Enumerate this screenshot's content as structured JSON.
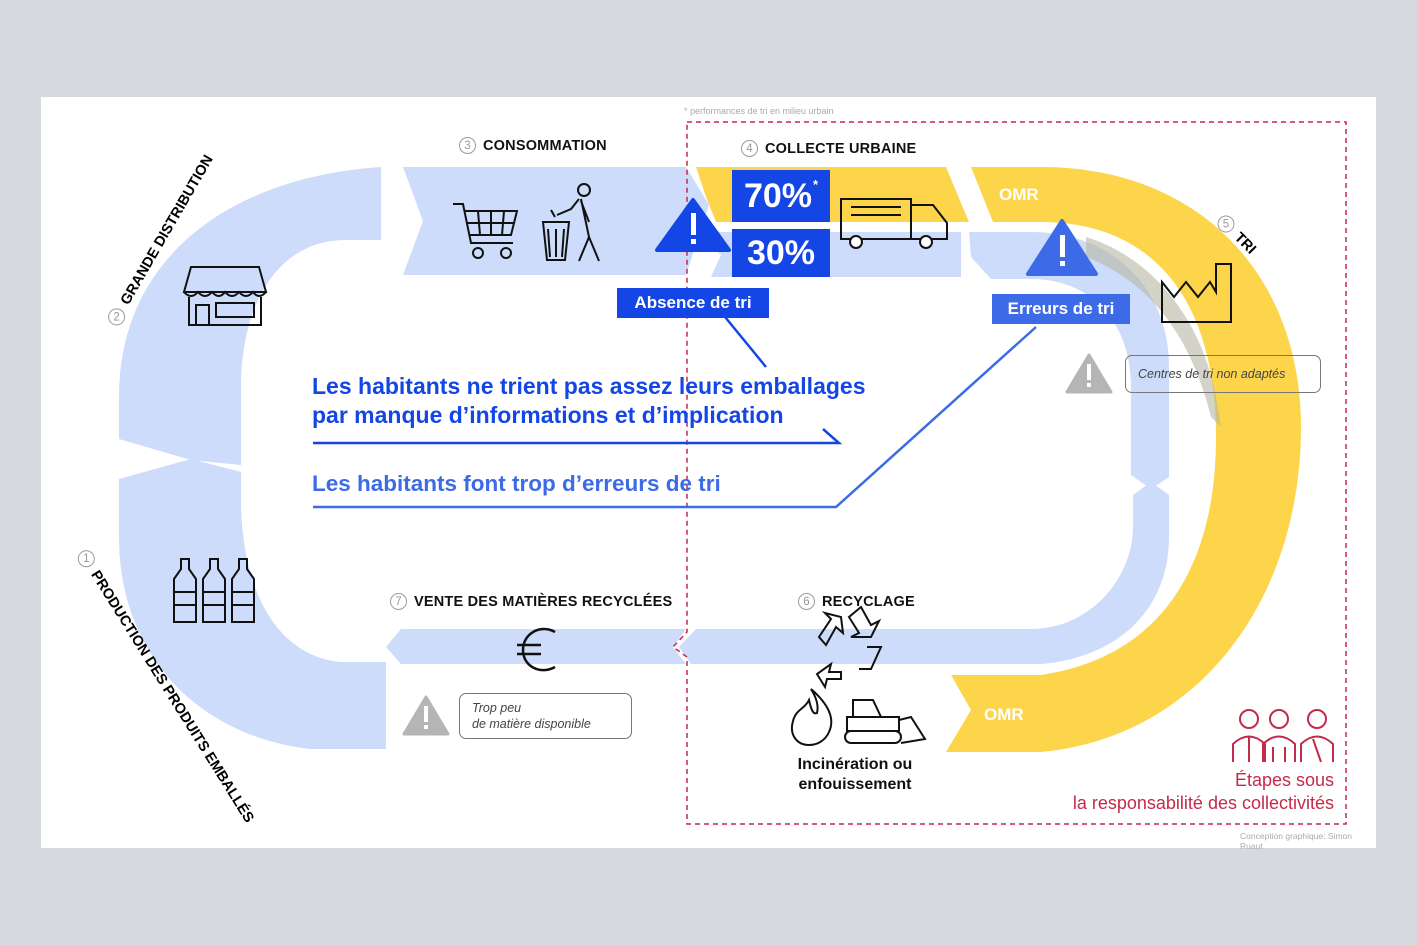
{
  "note_top": "* performances de tri en milieu urbain",
  "credit": "Conception graphique: Simon Ruaut",
  "stages": {
    "s1": {
      "num": "1",
      "label": "PRODUCTION DES PRODUITS EMBALLÉS"
    },
    "s2": {
      "num": "2",
      "label": "GRANDE DISTRIBUTION"
    },
    "s3": {
      "num": "3",
      "label": "CONSOMMATION"
    },
    "s4": {
      "num": "4",
      "label": "COLLECTE URBAINE"
    },
    "s5": {
      "num": "5",
      "label": "TRI"
    },
    "s6": {
      "num": "6",
      "label": "RECYCLAGE"
    },
    "s7": {
      "num": "7",
      "label": "VENTE DES MATIÈRES RECYCLÉES"
    }
  },
  "collection": {
    "pct_high": "70%",
    "pct_high_mark": "*",
    "pct_low": "30%"
  },
  "tags": {
    "absence": "Absence de tri",
    "errors": "Erreurs de tri"
  },
  "messages": {
    "line1": "Les habitants ne trient pas assez leurs emballages",
    "line2": "par manque d’informations et d’implication",
    "line3": "Les habitants font trop d’erreurs de tri"
  },
  "warnings": {
    "centres_l1": "Centres de tri non adaptés",
    "matiere_l1": "Trop peu",
    "matiere_l2": "de matière disponible"
  },
  "omr": {
    "top": "OMR",
    "bottom": "OMR"
  },
  "incineration": {
    "l1": "Incinération ou",
    "l2": "enfouissement"
  },
  "responsibility": {
    "l1": "Étapes sous",
    "l2": "la responsabilité des collectivités"
  },
  "colors": {
    "blue_band": "#cddcfa",
    "yellow": "#fdd54a",
    "accent_blue": "#1446e6",
    "light_accent": "#3d6be8",
    "warning_grey": "#b5b5b5",
    "dashed_red": "#c42a4a"
  }
}
